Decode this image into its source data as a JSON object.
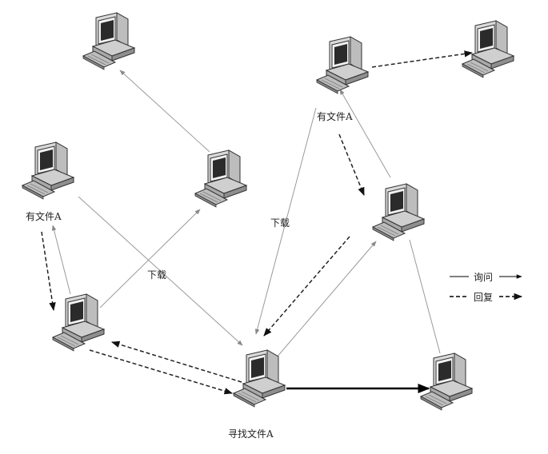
{
  "nodes": [
    {
      "id": "pc-top-left"
    },
    {
      "id": "pc-top-right-a",
      "label": "有文件A"
    },
    {
      "id": "pc-top-right-b"
    },
    {
      "id": "pc-left-mid",
      "label": "有文件A"
    },
    {
      "id": "pc-center-upper"
    },
    {
      "id": "pc-right-mid"
    },
    {
      "id": "pc-left-lower"
    },
    {
      "id": "pc-bottom-center",
      "label": "寻找文件A"
    },
    {
      "id": "pc-bottom-right"
    }
  ],
  "edge_labels": {
    "download_1": "下载",
    "download_2": "下载"
  },
  "legend": {
    "query": "询问",
    "reply": "回复"
  },
  "colors": {
    "thin_line": "#9a9a9a",
    "dashed": "#222222",
    "bold": "#000000"
  }
}
